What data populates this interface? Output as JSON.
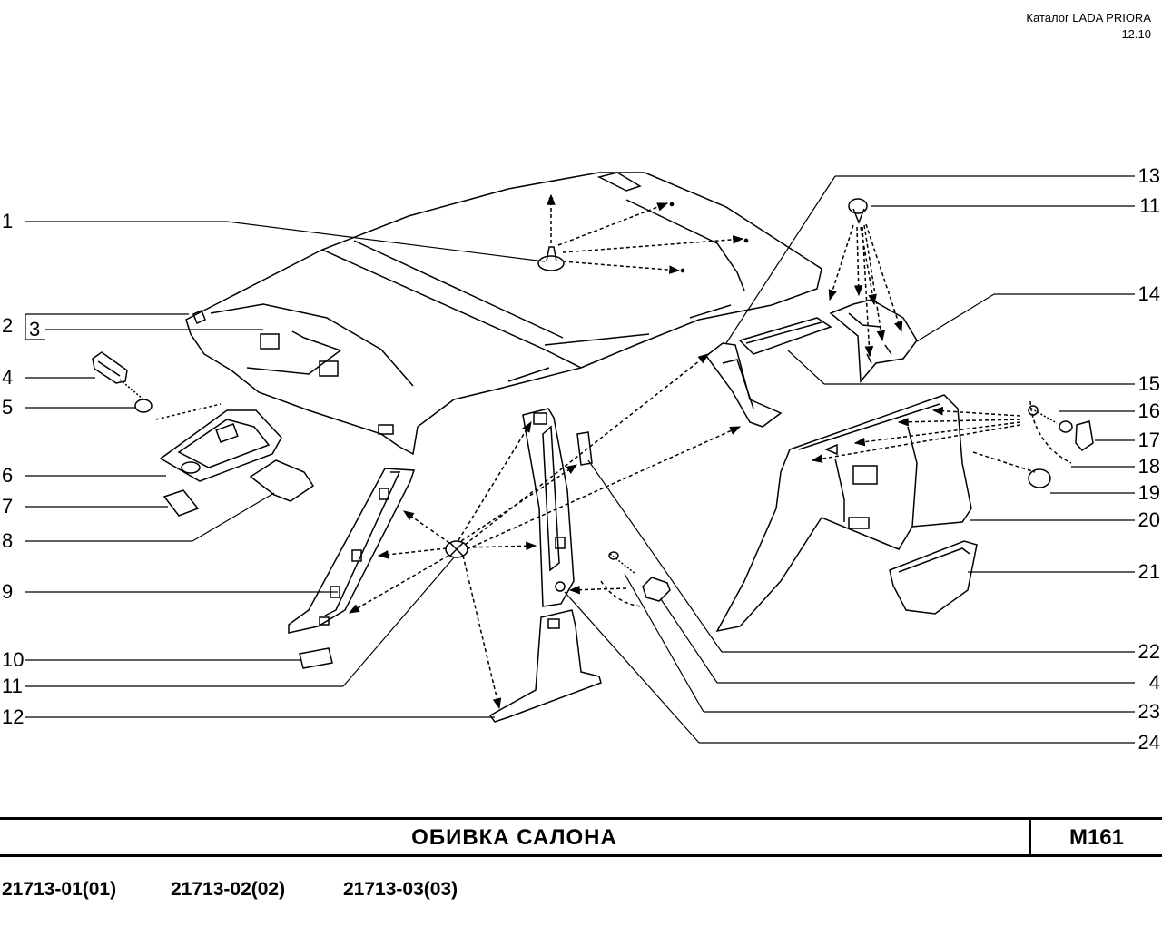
{
  "header": {
    "catalog": "Каталог  LADA  PRIORA",
    "date": "12.10"
  },
  "callouts_left": [
    "1",
    "2",
    "3",
    "4",
    "5",
    "6",
    "7",
    "8",
    "9",
    "10",
    "11",
    "12"
  ],
  "callouts_right": [
    "13",
    "11",
    "14",
    "15",
    "16",
    "17",
    "18",
    "19",
    "20",
    "21",
    "22",
    "4",
    "23",
    "24"
  ],
  "title_bar": {
    "title": "ОБИВКА   САЛОНА",
    "code": "М161"
  },
  "models": [
    "21713-01(01)",
    "21713-02(02)",
    "21713-03(03)"
  ]
}
